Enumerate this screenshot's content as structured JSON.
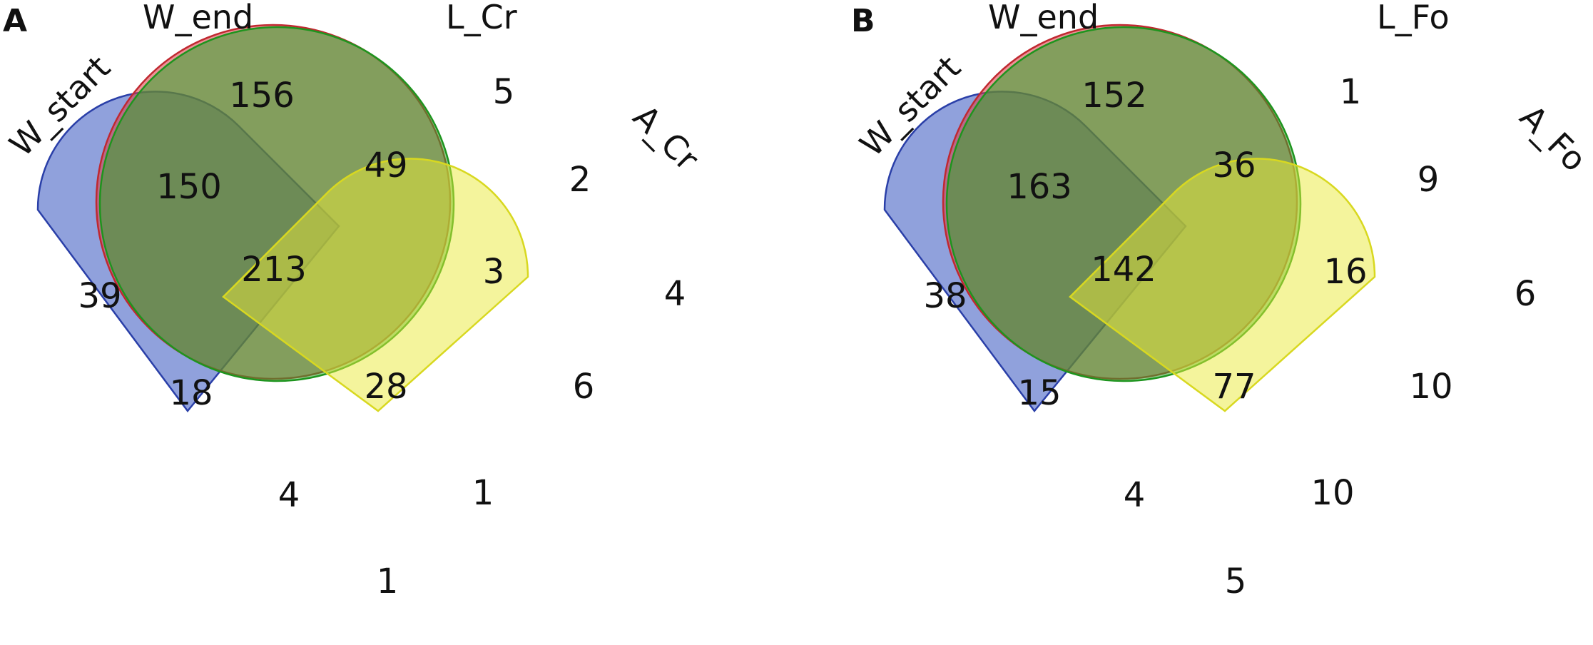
{
  "colors": {
    "W_start": "#3454c0",
    "W_end": "#dc3a42",
    "L": "#2ea82e",
    "A": "#eaea3a"
  },
  "panels": [
    {
      "panel_label": "A",
      "sets": {
        "W_start": "W_start",
        "W_end": "W_end",
        "L": "L_Cr",
        "A": "A_Cr"
      },
      "counts": {
        "only_w_start": "39",
        "only_w_end": "156",
        "only_l": "5",
        "only_a": "4",
        "w_start_w_end": "150",
        "w_end_l": "49",
        "l_a": "2",
        "w_start_w_end_l": "213",
        "w_end_l_a": "3",
        "w_start_l": "18",
        "all_four": "28",
        "w_end_a": "6",
        "w_start_l_a": "4",
        "w_start_w_end_a": "1",
        "w_start_a": "1"
      }
    },
    {
      "panel_label": "B",
      "sets": {
        "W_start": "W_start",
        "W_end": "W_end",
        "L": "L_Fo",
        "A": "A_Fo"
      },
      "counts": {
        "only_w_start": "38",
        "only_w_end": "152",
        "only_l": "1",
        "only_a": "6",
        "w_start_w_end": "163",
        "w_end_l": "36",
        "l_a": "9",
        "w_start_w_end_l": "142",
        "w_end_l_a": "16",
        "w_start_l": "15",
        "all_four": "77",
        "w_end_a": "10",
        "w_start_l_a": "4",
        "w_start_w_end_a": "10",
        "w_start_a": "5"
      }
    }
  ]
}
